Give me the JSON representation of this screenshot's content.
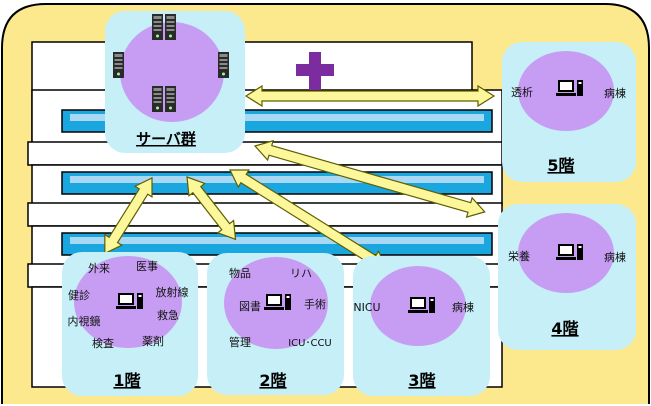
{
  "colors": {
    "frame_background": "#fce98e",
    "frame_border": "#000000",
    "building_fill": "#ffffff",
    "window_band": "#1aa6df",
    "window_band_inner": "#a9d8f4",
    "box_fill": "#c6eff7",
    "ellipse_fill": "#c79df3",
    "cross": "#7b2c9e",
    "arrow_fill": "#fbf79a",
    "arrow_stroke": "#5f5f00"
  },
  "icons": {
    "server": "server-tower-icon",
    "computer": "desktop-computer-icon",
    "hospital": "medical-cross-icon"
  },
  "server_group": {
    "label": "サーバ群"
  },
  "floors": {
    "f5": {
      "label": "5階",
      "depts": [
        "透析",
        "病棟"
      ]
    },
    "f4": {
      "label": "4階",
      "depts": [
        "栄養",
        "病棟"
      ]
    },
    "f3": {
      "label": "3階",
      "depts": [
        "NICU",
        "病棟"
      ]
    },
    "f2": {
      "label": "2階",
      "depts": [
        "物品",
        "リハ",
        "図書",
        "手術",
        "管理",
        "ICU･CCU"
      ]
    },
    "f1": {
      "label": "1階",
      "depts": [
        "外来",
        "医事",
        "健診",
        "放射線",
        "内視鏡",
        "救急",
        "検査",
        "薬剤"
      ]
    }
  }
}
